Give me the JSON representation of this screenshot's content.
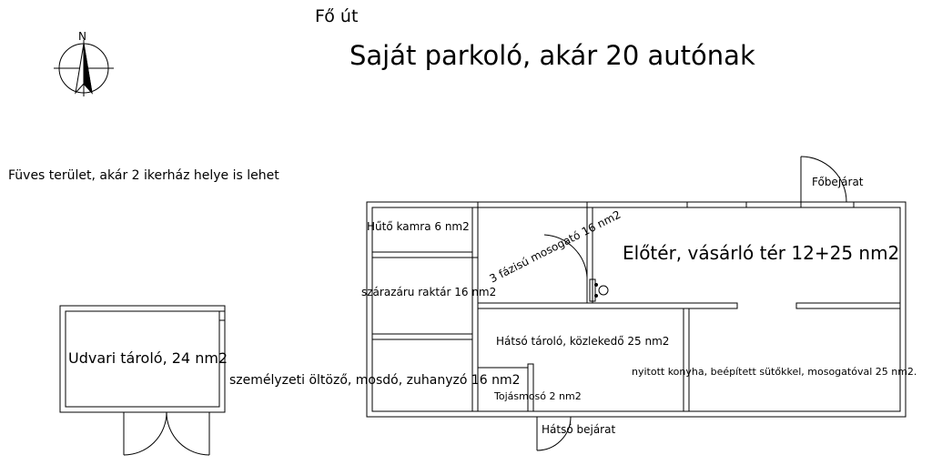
{
  "labels": {
    "road": "Fő út",
    "parking": "Saját parkoló, akár 20 autónak",
    "grass": "Füves terület, akár 2 ikerház helye is lehet",
    "main_entrance": "Főbejárat",
    "cold_room": "Hűtő kamra 6 nm2",
    "dishwasher": "3 fázisú mosogató 16 nm2",
    "lobby": "Előtér, vásárló tér 12+25 nm2",
    "dry_storage": "szárazáru raktár 16 nm2",
    "back_storage": "Hátsó tároló, közlekedő 25 nm2",
    "yard_storage": "Udvari tároló, 24 nm2",
    "staff_room": "személyzeti öltöző, mosdó, zuhanyzó 16 nm2",
    "kitchen": "nyitott konyha, beépített sütőkkel, mosogatóval 25 nm2.",
    "egg_wash": "Tojásmosó 2 nm2",
    "back_entrance": "Hátsó bejárat"
  },
  "compass": {
    "letter": "N"
  },
  "colors": {
    "line": "#000000",
    "wall_fill": "#ffffff",
    "background": "#ffffff"
  }
}
